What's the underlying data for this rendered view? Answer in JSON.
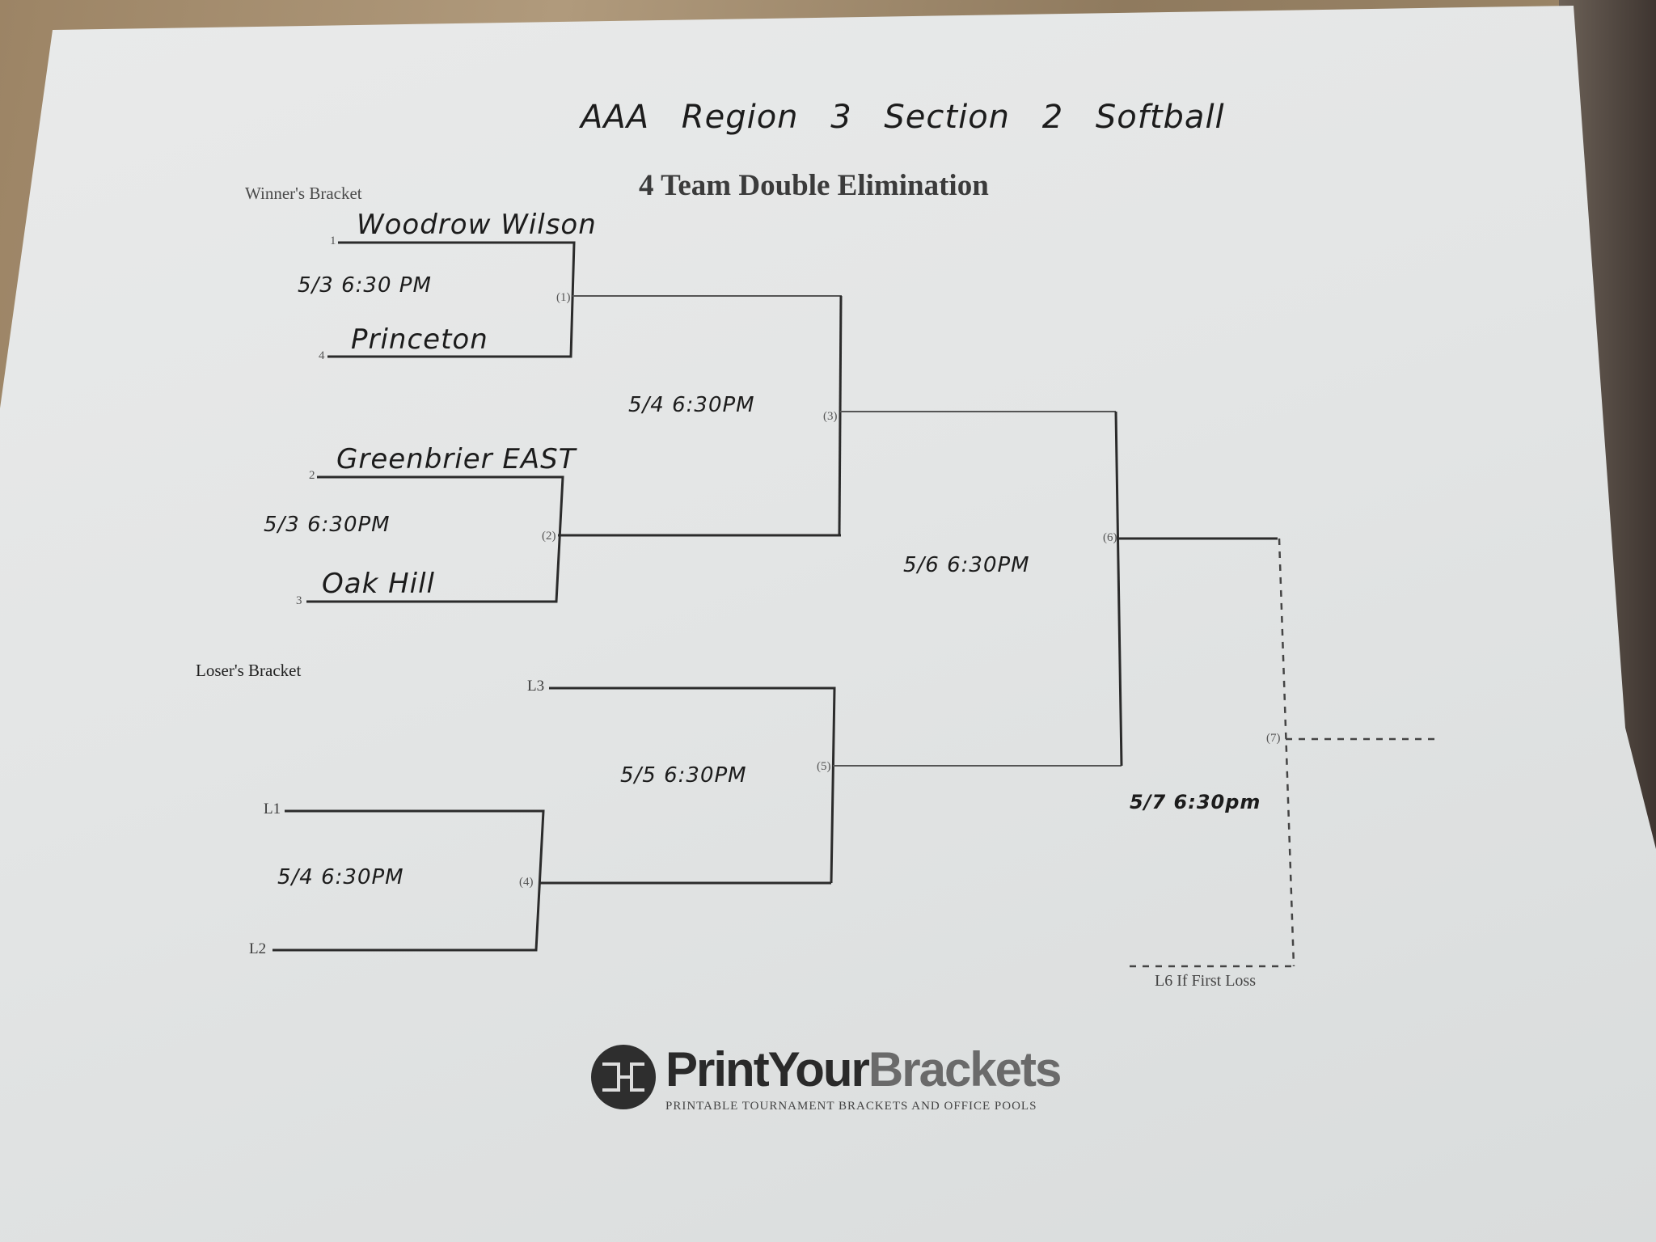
{
  "header": {
    "handwritten_title": "AAA Region 3 Section 2 Softball",
    "printed_title": "4 Team Double Elimination"
  },
  "winners_bracket": {
    "label": "Winner's Bracket",
    "game1": {
      "seed_top": "1",
      "team_top": "Woodrow Wilson",
      "seed_bottom": "4",
      "team_bottom": "Princeton",
      "when": "5/3   6:30 PM",
      "game_label": "(1)"
    },
    "game2": {
      "seed_top": "2",
      "team_top": "Greenbrier EAST",
      "seed_bottom": "3",
      "team_bottom": "Oak Hill",
      "when": "5/3   6:30PM",
      "game_label": "(2)"
    },
    "game3": {
      "when": "5/4  6:30PM",
      "game_label": "(3)"
    }
  },
  "losers_bracket": {
    "label": "Loser's Bracket",
    "game4": {
      "slot_top": "L1",
      "slot_bottom": "L2",
      "when": "5/4   6:30PM",
      "game_label": "(4)"
    },
    "game5": {
      "slot_top": "L3",
      "when": "5/5   6:30PM",
      "game_label": "(5)"
    }
  },
  "final": {
    "game6": {
      "when": "5/6   6:30PM",
      "game_label": "(6)"
    },
    "game7": {
      "when": "5/7 6:30pm",
      "game_label": "(7)",
      "note": "L6 If First Loss"
    }
  },
  "footer": {
    "logo_text_1": "PrintYour",
    "logo_text_2": "Brackets",
    "logo_tagline": "PRINTABLE TOURNAMENT BRACKETS AND OFFICE POOLS"
  }
}
